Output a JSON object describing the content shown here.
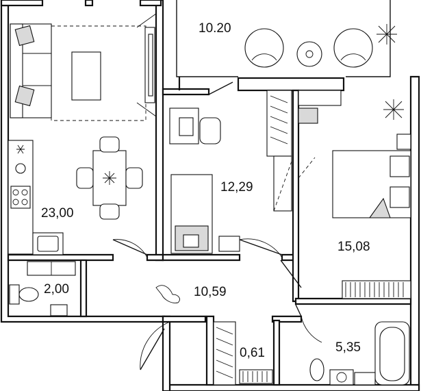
{
  "rooms": [
    {
      "id": "balcony",
      "area": "10.20"
    },
    {
      "id": "living",
      "area": "23,00"
    },
    {
      "id": "wc",
      "area": "2,00"
    },
    {
      "id": "hall",
      "area": "10,59"
    },
    {
      "id": "study",
      "area": "12,29"
    },
    {
      "id": "bedroom",
      "area": "15,08"
    },
    {
      "id": "closet",
      "area": "0,61"
    },
    {
      "id": "bathroom",
      "area": "5,35"
    }
  ]
}
